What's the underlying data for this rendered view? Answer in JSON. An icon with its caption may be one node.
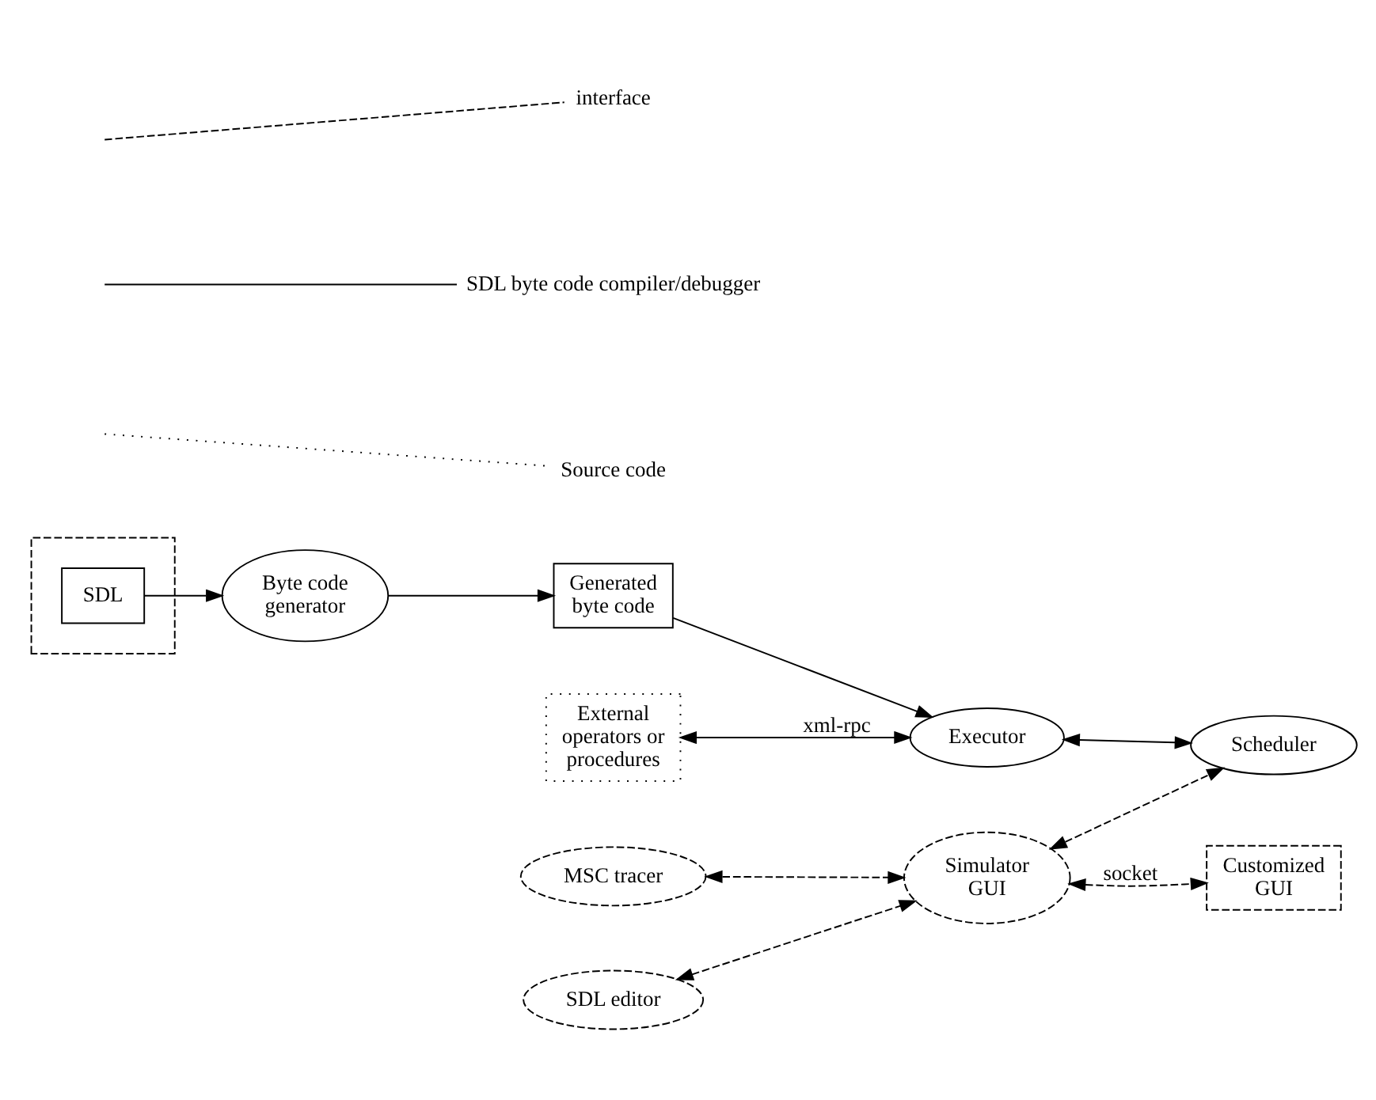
{
  "diagram": {
    "nodes": [
      {
        "text": [],
        "shape": "box"
      },
      {
        "text": [
          "SDL"
        ],
        "in": 0
      },
      {
        "text": [
          "Byte code generator"
        ]
      },
      {
        "text": [
          "Generated byte code"
        ]
      },
      {
        "text": [
          "External operators or procedures"
        ]
      },
      {
        "text": [
          "Executor"
        ]
      },
      {
        "text": [
          "SDL editor"
        ]
      },
      {
        "text": [
          "Simulator GUI"
        ]
      },
      {
        "text": [
          "Scheduler"
        ]
      },
      {
        "text": [
          "MSC tracer"
        ]
      },
      {
        "text": [
          "Customized GUI"
        ]
      }
    ],
    "edges": [
      {
        "from": 1,
        "to": 2,
        "arrow": "to"
      },
      {
        "from": 2,
        "to": 3,
        "arrow": "to"
      },
      {
        "from": 3,
        "to": 5,
        "arrow": "to"
      },
      {
        "from": 4,
        "to": 5,
        "arrow": "both",
        "label": "xml-rpc"
      },
      {
        "from": 5,
        "to": 8,
        "arrow": "both"
      },
      {
        "from": 6,
        "to": 7,
        "arrow": "both",
        "style": "dashed"
      },
      {
        "from": 7,
        "to": 8,
        "arrow": "both",
        "style": "dashed"
      },
      {
        "from": 9,
        "to": 7,
        "arrow": "both",
        "style": "dashed"
      },
      {
        "from": 7,
        "to": 10,
        "arrow": "both",
        "style": "dashed",
        "label": "socket"
      }
    ],
    "legend": [
      {
        "text": "interface"
      },
      {
        "text": "SDL byte code compiler/debugger"
      },
      {
        "text": "Source code"
      }
    ]
  }
}
